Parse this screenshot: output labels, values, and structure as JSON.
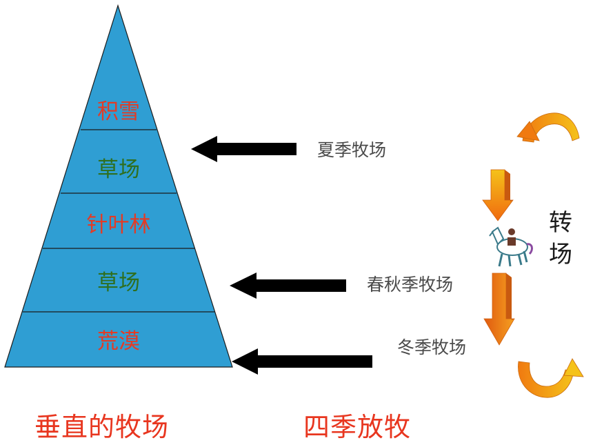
{
  "pyramid": {
    "fill": "#2f9ed3",
    "zones": [
      {
        "label": "积雪",
        "color": "#e33b25"
      },
      {
        "label": "草场",
        "color": "#2f6f1f"
      },
      {
        "label": "针叶林",
        "color": "#e33b25"
      },
      {
        "label": "草场",
        "color": "#2f6f1f"
      },
      {
        "label": "荒漠",
        "color": "#e33b25"
      }
    ]
  },
  "pastures": [
    {
      "label": "夏季牧场"
    },
    {
      "label": "春秋季牧场"
    },
    {
      "label": "冬季牧场"
    }
  ],
  "transfer": {
    "label_line1": "转",
    "label_line2": "场"
  },
  "captions": {
    "left": "垂直的牧场",
    "right": "四季放牧"
  },
  "colors": {
    "accent": "#e8361f",
    "arrow": "#000000",
    "orange": "#f07a10",
    "yellow": "#f5c21a"
  },
  "icons": [
    "curved-arrow-top-icon",
    "down-arrow-upper-icon",
    "horse-icon",
    "down-arrow-lower-icon",
    "curved-arrow-bottom-icon"
  ]
}
